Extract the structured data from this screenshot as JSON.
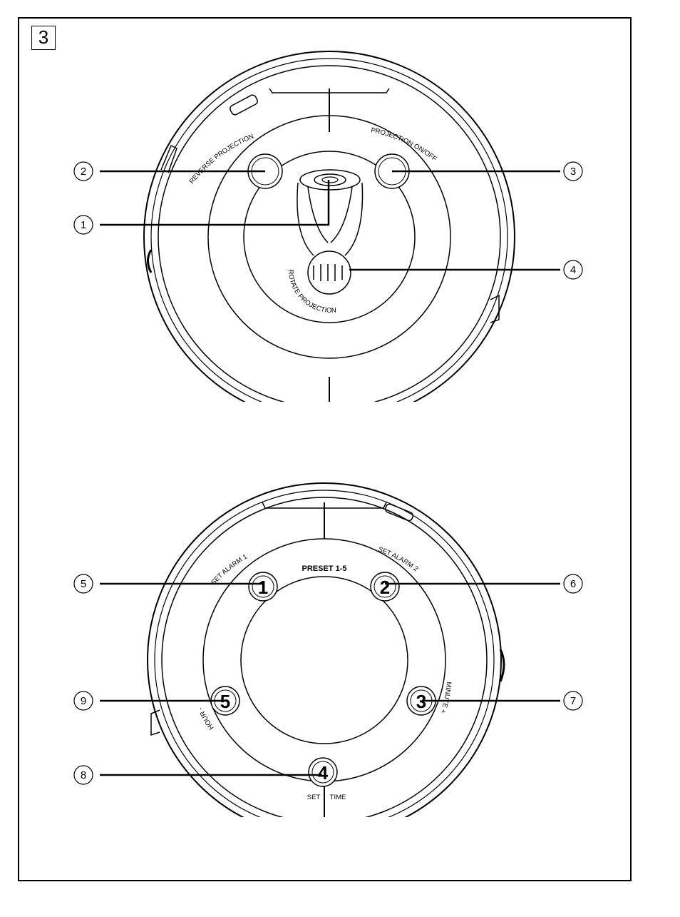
{
  "figure_number": "3",
  "top_unit": {
    "labels": {
      "reverse_projection": "REVERSE PROJECTION",
      "projection_on_off": "PROJECTION ON/OFF",
      "rotate_projection": "ROTATE PROJECTION"
    }
  },
  "bottom_unit": {
    "labels": {
      "preset": "PRESET 1-5",
      "set_alarm_1": "SET ALARM 1",
      "set_alarm_2": "SET ALARM 2",
      "hour": "HOUR -",
      "minute": "MINUTE +",
      "set": "SET",
      "time": "TIME"
    },
    "buttons": [
      "1",
      "2",
      "3",
      "4",
      "5"
    ]
  },
  "callouts": [
    "1",
    "2",
    "3",
    "4",
    "5",
    "6",
    "7",
    "8",
    "9"
  ]
}
